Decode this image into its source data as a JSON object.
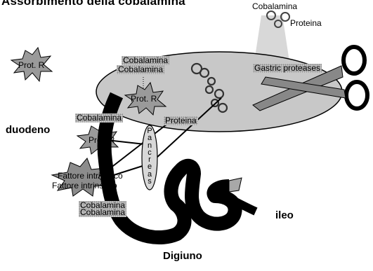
{
  "title": "Assorbimento della cobalamina",
  "labels": {
    "cobalamina_top": "Cobalamina",
    "proteina_top": "Proteina",
    "prot_r_left": "Prot. R",
    "cobalamina_stomach_1": "Cobalamina",
    "cobalamina_stomach_2": "Cobalamina",
    "prot_r_stomach": "Prot. R",
    "gastric_proteases": "Gastric proteases",
    "proteina_mid": "Proteina",
    "cobalamina_duodeno": "Cobalamina",
    "prot_r_duodeno": "Prot. R",
    "fattore_intrinseco_1": "Fattore intrinseco",
    "fattore_intrinseco_2": "Fattore intrinseco",
    "cobalamina_bottom_1": "Cobalamina",
    "cobalamina_bottom_2": "Cobalamina",
    "duodeno": "duodeno",
    "ileo": "ileo",
    "digiuno": "Digiuno"
  },
  "pancreas_letters": [
    "P",
    "a",
    "n",
    "c",
    "r",
    "e",
    "a",
    "s"
  ],
  "colors": {
    "stomach": "#c8c8c8",
    "shaded": "#a8a8a8",
    "intestine": "#000000"
  }
}
